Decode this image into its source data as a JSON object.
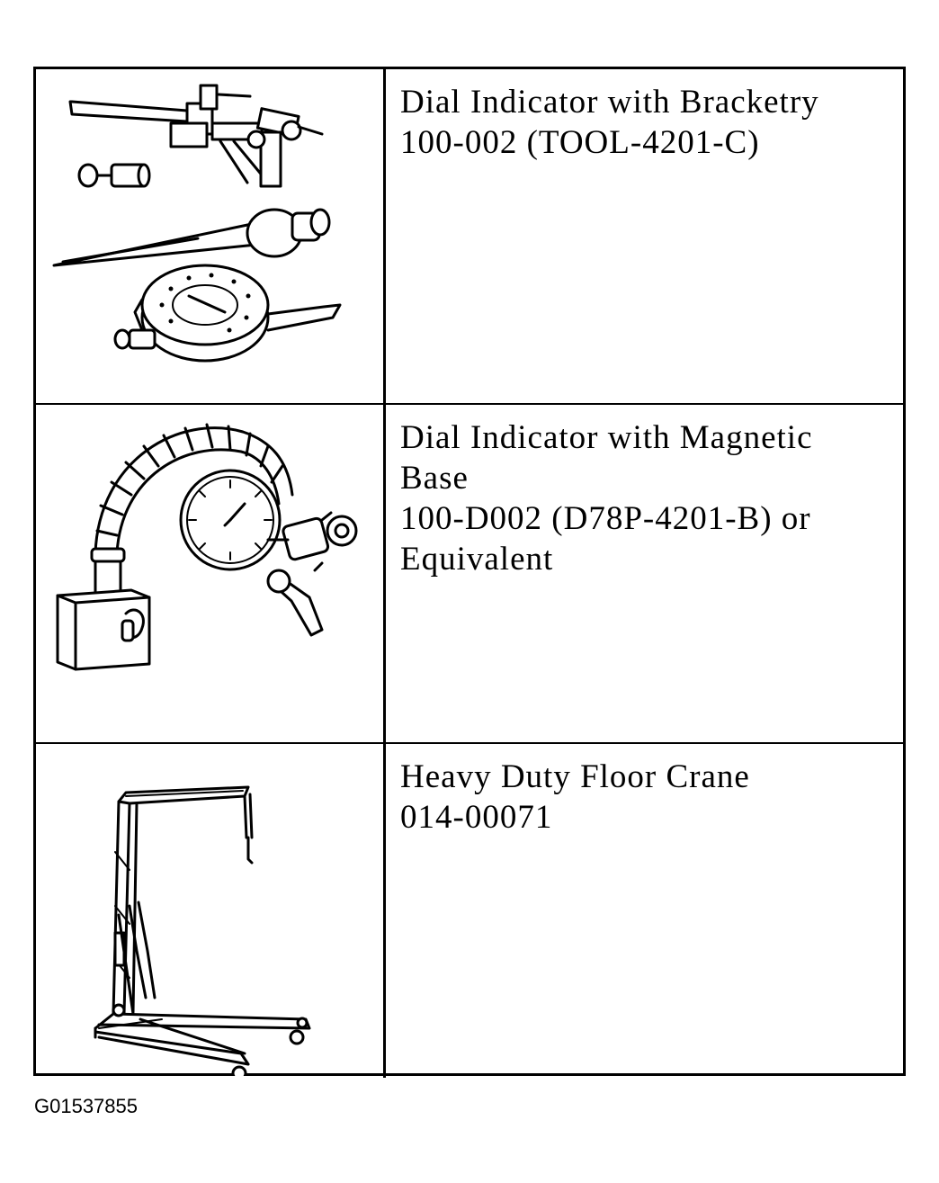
{
  "rows": [
    {
      "icon": "dial-indicator-brackets-icon",
      "lines": [
        "Dial Indicator with Bracketry",
        "100-002 (TOOL-4201-C)"
      ]
    },
    {
      "icon": "dial-indicator-magnetic-base-icon",
      "lines": [
        "Dial Indicator with Magnetic",
        "Base",
        "100-D002 (D78P-4201-B) or",
        "Equivalent"
      ]
    },
    {
      "icon": "floor-crane-icon",
      "lines": [
        "Heavy Duty Floor Crane",
        "014-00071"
      ]
    }
  ],
  "figure_id": "G01537855"
}
